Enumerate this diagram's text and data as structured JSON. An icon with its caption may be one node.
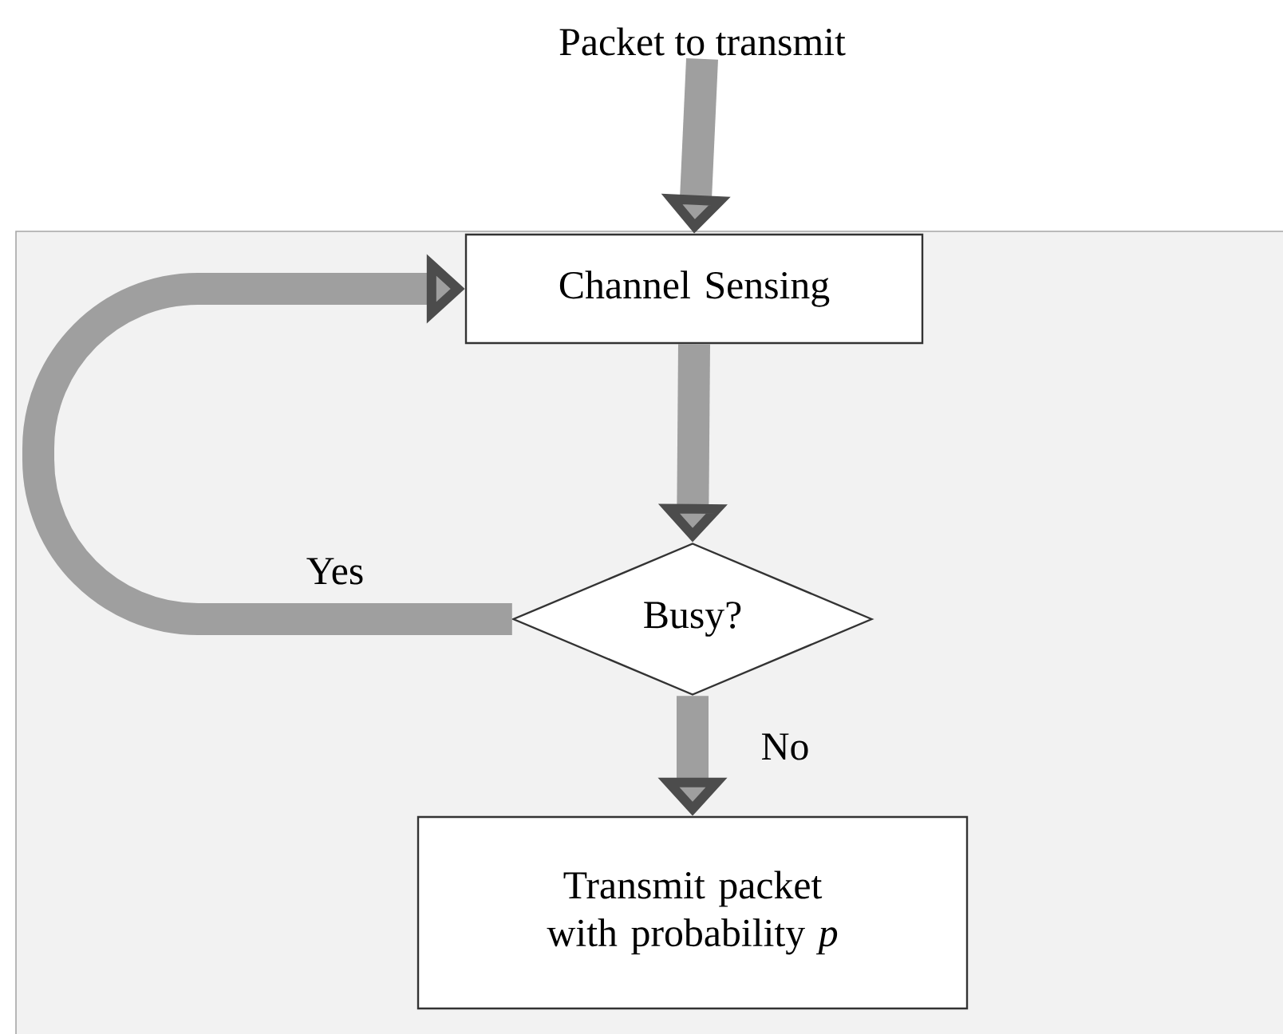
{
  "diagram": {
    "nodes": [
      {
        "text": [
          "Packet to transmit"
        ]
      },
      {
        "text": [
          "Channel Sensing"
        ]
      },
      {
        "text": [
          "Busy?"
        ]
      },
      {
        "text": [
          "Transmit packet with probability *p*"
        ]
      }
    ],
    "edges": [
      {
        "from": 0,
        "to": 1,
        "arrow": "to"
      },
      {
        "from": 1,
        "to": 2,
        "arrow": "to"
      },
      {
        "from": 2,
        "to": 1,
        "arrow": "to",
        "label": "Yes"
      },
      {
        "from": 2,
        "to": 3,
        "arrow": "to",
        "label": "No"
      }
    ]
  }
}
